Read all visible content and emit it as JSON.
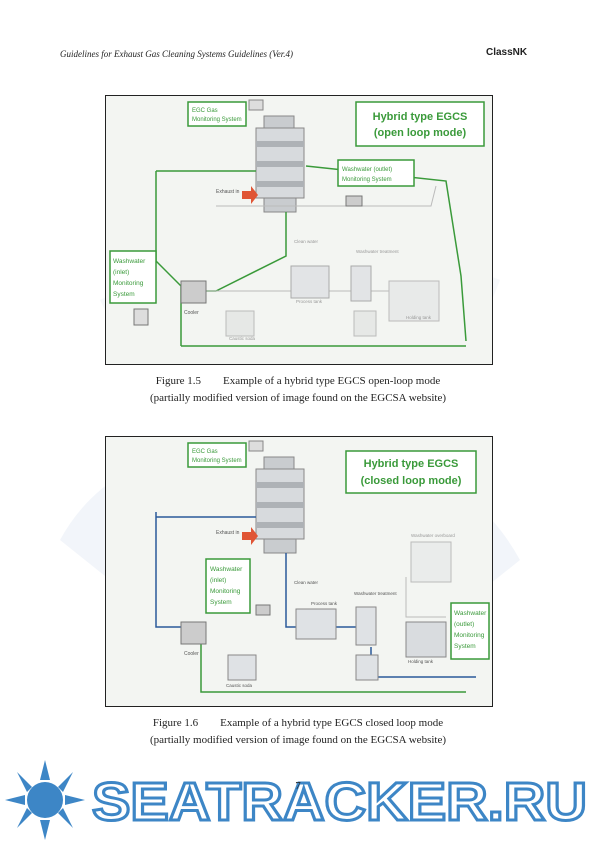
{
  "header": {
    "title": "Guidelines for Exhaust Gas Cleaning Systems Guidelines (Ver.4)",
    "logo": "ClassNK"
  },
  "figure1": {
    "title_line1": "Hybrid type EGCS",
    "title_line2": "(open loop mode)",
    "exh_gas_line1": "EGC Gas",
    "exh_gas_line2": "Monitoring System",
    "wash_out_line1": "Washwater (outlet)",
    "wash_out_line2": "Monitoring System",
    "wash_in_line1": "Washwater",
    "wash_in_line2": "(inlet)",
    "wash_in_line3": "Monitoring",
    "wash_in_line4": "System",
    "exhaust_in": "Exhaust in",
    "cooler": "Cooler",
    "clean_water": "Clean water",
    "process_tank": "Process tank",
    "washwater_treatment": "Washwater treatment",
    "holding_tank": "Holding tank",
    "caustic_soda": "Caustic soda",
    "caption_num": "Figure 1.5",
    "caption_text": "Example of a hybrid type EGCS open-loop mode",
    "caption_sub": "(partially modified version of image found on the EGCSA website)"
  },
  "figure2": {
    "title_line1": "Hybrid type EGCS",
    "title_line2": "(closed loop mode)",
    "exh_gas_line1": "EGC Gas",
    "exh_gas_line2": "Monitoring System",
    "wash_in_line1": "Washwater",
    "wash_in_line2": "(inlet)",
    "wash_in_line3": "Monitoring",
    "wash_in_line4": "System",
    "wash_out_line1": "Washwater",
    "wash_out_line2": "(outlet)",
    "wash_out_line3": "Monitoring",
    "wash_out_line4": "System",
    "exhaust_in": "Exhaust in",
    "cooler": "Cooler",
    "clean_water": "Clean water",
    "process_tank": "Process tank",
    "washwater_treatment": "Washwater treatment",
    "washwater_overboard": "Washwater overboard",
    "holding_tank": "Holding tank",
    "caustic_soda": "Caustic soda",
    "caption_num": "Figure 1.6",
    "caption_text": "Example of a hybrid type EGCS closed loop mode",
    "caption_sub": "(partially modified version of image found on the EGCSA website)"
  },
  "page_number": "7",
  "watermark": "SEATRACKER.RU",
  "colors": {
    "green": "#3a9a3a",
    "blue": "#2a5a9a",
    "watermark": "#3d86c6",
    "arrow": "#e05535"
  }
}
